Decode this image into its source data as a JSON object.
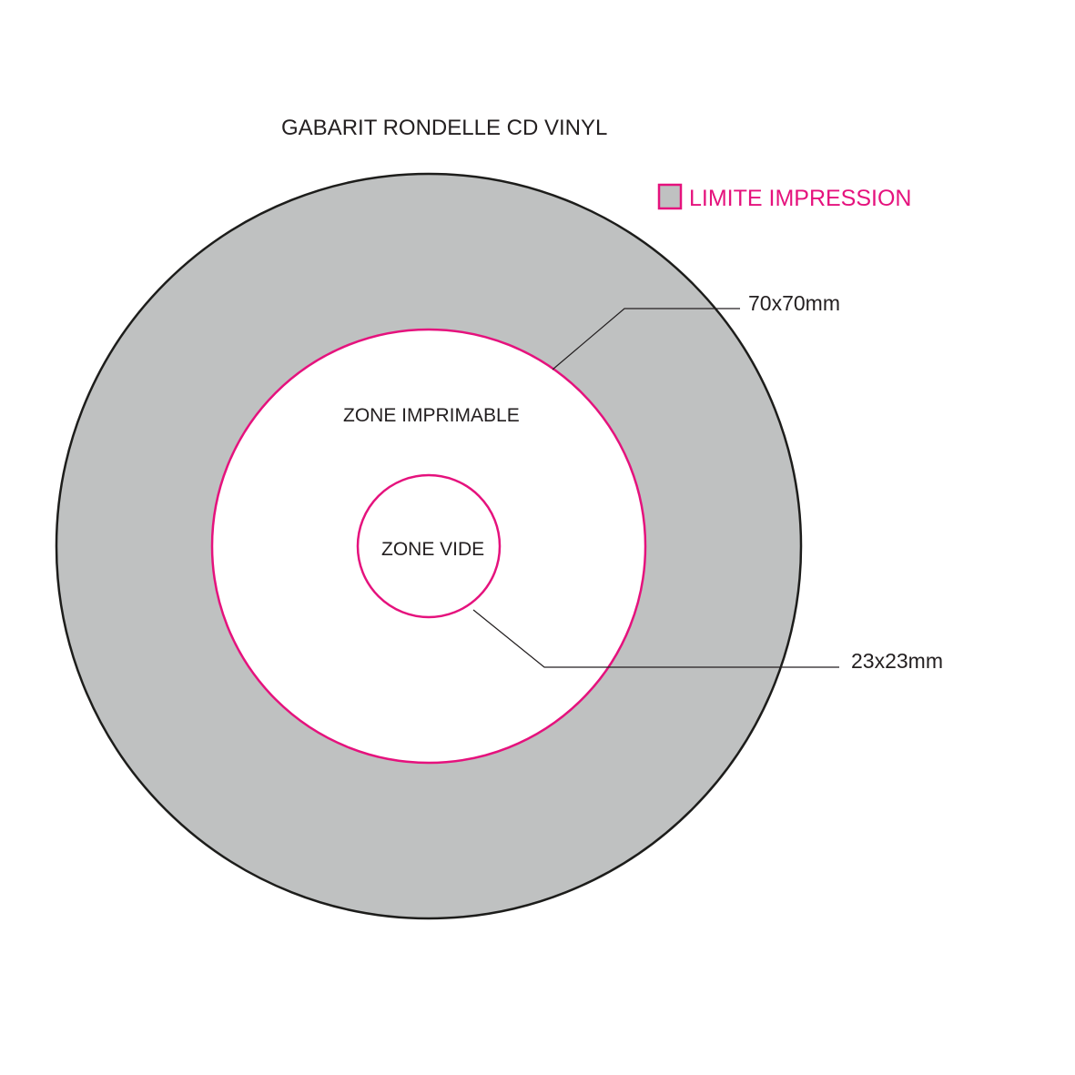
{
  "title": "GABARIT RONDELLE CD VINYL",
  "legend": {
    "label": "LIMITE IMPRESSION",
    "swatch_icon": "square-swatch-icon"
  },
  "zones": {
    "printable": "ZONE IMPRIMABLE",
    "empty": "ZONE VIDE"
  },
  "dimensions": {
    "printable": "70x70mm",
    "empty": "23x23mm"
  },
  "colors": {
    "disc_fill": "#bfc1c1",
    "disc_stroke": "#1d1d1b",
    "print_limit": "#e5127d",
    "text": "#231f20",
    "leader_line": "#231f20",
    "background": "#ffffff"
  }
}
